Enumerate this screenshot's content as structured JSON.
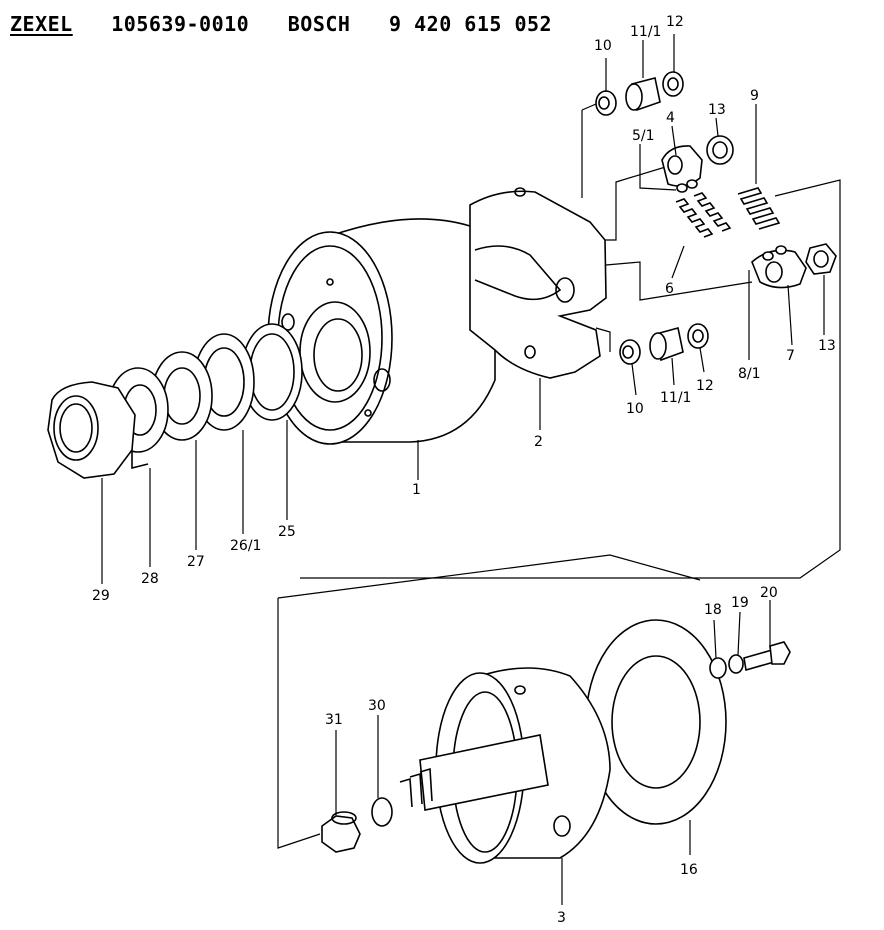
{
  "header": {
    "maker": "ZEXEL",
    "zexel_number": "105639-0010",
    "brand": "BOSCH",
    "bosch_number": "9 420 615 052"
  },
  "callouts": [
    {
      "id": "p1",
      "label": "1"
    },
    {
      "id": "p2",
      "label": "2"
    },
    {
      "id": "p3",
      "label": "3"
    },
    {
      "id": "p4",
      "label": "4"
    },
    {
      "id": "p5_1",
      "label": "5/1"
    },
    {
      "id": "p6",
      "label": "6"
    },
    {
      "id": "p7",
      "label": "7"
    },
    {
      "id": "p8_1",
      "label": "8/1"
    },
    {
      "id": "p9",
      "label": "9"
    },
    {
      "id": "p10a",
      "label": "10"
    },
    {
      "id": "p10b",
      "label": "10"
    },
    {
      "id": "p11_1a",
      "label": "11/1"
    },
    {
      "id": "p11_1b",
      "label": "11/1"
    },
    {
      "id": "p12a",
      "label": "12"
    },
    {
      "id": "p12b",
      "label": "12"
    },
    {
      "id": "p13a",
      "label": "13"
    },
    {
      "id": "p13b",
      "label": "13"
    },
    {
      "id": "p16",
      "label": "16"
    },
    {
      "id": "p18",
      "label": "18"
    },
    {
      "id": "p19",
      "label": "19"
    },
    {
      "id": "p20",
      "label": "20"
    },
    {
      "id": "p25",
      "label": "25"
    },
    {
      "id": "p26_1",
      "label": "26/1"
    },
    {
      "id": "p27",
      "label": "27"
    },
    {
      "id": "p28",
      "label": "28"
    },
    {
      "id": "p29",
      "label": "29"
    },
    {
      "id": "p30",
      "label": "30"
    },
    {
      "id": "p31",
      "label": "31"
    }
  ]
}
